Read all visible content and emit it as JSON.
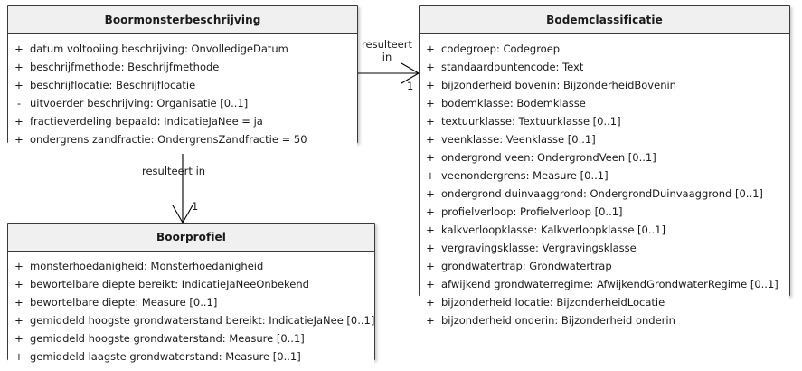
{
  "diagram": {
    "type": "uml-class-diagram",
    "background_color": "#ffffff",
    "border_color": "#3a3a3a",
    "header_fill": "#f0f0f0",
    "body_fill": "#ffffff",
    "text_color": "#1a1a1a"
  },
  "classes": [
    {
      "id": "boormonsterbeschrijving",
      "title": "Boormonsterbeschrijving",
      "attributes": [
        {
          "visibility": "+",
          "text": "datum voltooiing beschrijving: OnvolledigeDatum"
        },
        {
          "visibility": "+",
          "text": "beschrijfmethode: Beschrijfmethode"
        },
        {
          "visibility": "+",
          "text": "beschrijflocatie: Beschrijflocatie"
        },
        {
          "visibility": "-",
          "text": "uitvoerder beschrijving: Organisatie [0..1]"
        },
        {
          "visibility": "+",
          "text": "fractieverdeling bepaald: IndicatieJaNee = ja"
        },
        {
          "visibility": "+",
          "text": "ondergrens zandfractie: OndergrensZandfractie = 50"
        }
      ]
    },
    {
      "id": "bodemclassificatie",
      "title": "Bodemclassificatie",
      "attributes": [
        {
          "visibility": "+",
          "text": "codegroep: Codegroep"
        },
        {
          "visibility": "+",
          "text": "standaardpuntencode: Text"
        },
        {
          "visibility": "+",
          "text": "bijzonderheid bovenin: BijzonderheidBovenin"
        },
        {
          "visibility": "+",
          "text": "bodemklasse: Bodemklasse"
        },
        {
          "visibility": "+",
          "text": "textuurklasse: Textuurklasse [0..1]"
        },
        {
          "visibility": "+",
          "text": "veenklasse: Veenklasse [0..1]"
        },
        {
          "visibility": "+",
          "text": "ondergrond veen: OndergrondVeen [0..1]"
        },
        {
          "visibility": "+",
          "text": "veenondergrens: Measure [0..1]"
        },
        {
          "visibility": "+",
          "text": "ondergrond duinvaaggrond: OndergrondDuinvaaggrond [0..1]"
        },
        {
          "visibility": "+",
          "text": "profielverloop: Profielverloop [0..1]"
        },
        {
          "visibility": "+",
          "text": "kalkverloopklasse: Kalkverloopklasse [0..1]"
        },
        {
          "visibility": "+",
          "text": "vergravingsklasse: Vergravingsklasse"
        },
        {
          "visibility": "+",
          "text": "grondwatertrap: Grondwatertrap"
        },
        {
          "visibility": "+",
          "text": "afwijkend grondwaterregime: AfwijkendGrondwaterRegime [0..1]"
        },
        {
          "visibility": "+",
          "text": "bijzonderheid locatie: BijzonderheidLocatie"
        },
        {
          "visibility": "+",
          "text": "bijzonderheid onderin: Bijzonderheid onderin"
        }
      ]
    },
    {
      "id": "boorprofiel",
      "title": "Boorprofiel",
      "attributes": [
        {
          "visibility": "+",
          "text": "monsterhoedanigheid: Monsterhoedanigheid"
        },
        {
          "visibility": "+",
          "text": "bewortelbare diepte bereikt: IndicatieJaNeeOnbekend"
        },
        {
          "visibility": "+",
          "text": "bewortelbare diepte: Measure [0..1]"
        },
        {
          "visibility": "+",
          "text": "gemiddeld hoogste grondwaterstand bereikt: IndicatieJaNee [0..1]"
        },
        {
          "visibility": "+",
          "text": "gemiddeld hoogste grondwaterstand: Measure [0..1]"
        },
        {
          "visibility": "+",
          "text": "gemiddeld laagste grondwaterstand: Measure [0..1]"
        }
      ]
    }
  ],
  "connectors": [
    {
      "id": "beschrijving-to-classificatie",
      "label_line1": "resulteert",
      "label_line2": "in",
      "multiplicity": "1",
      "direction": "horizontal-right"
    },
    {
      "id": "beschrijving-to-boorprofiel",
      "label_line1": "resulteert in",
      "multiplicity": "1",
      "direction": "vertical-down"
    }
  ]
}
